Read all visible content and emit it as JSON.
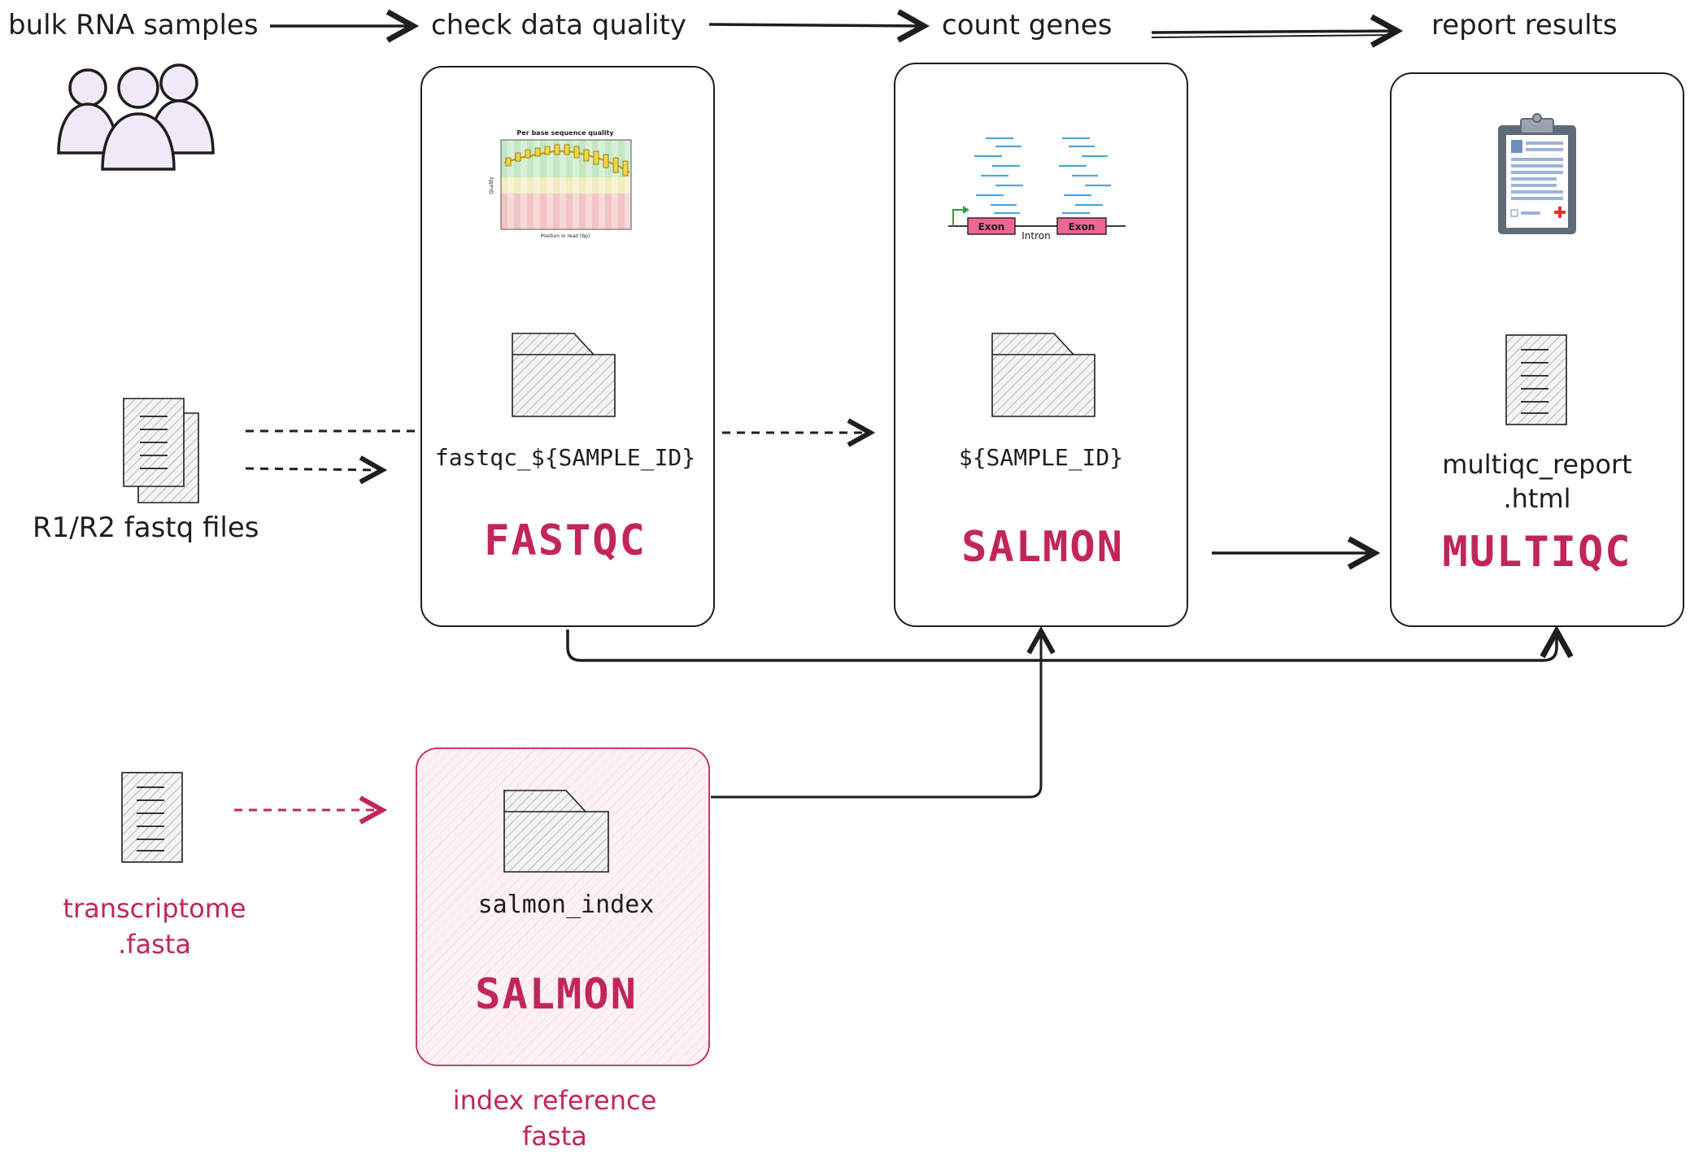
{
  "stages": {
    "bulk": "bulk RNA samples",
    "check": "check data quality",
    "count": "count genes",
    "report": "report results"
  },
  "inputs": {
    "fastq": "R1/R2 fastq files",
    "transcriptome_line1": "transcriptome",
    "transcriptome_line2": ".fasta"
  },
  "processes": {
    "fastqc": {
      "name": "FASTQC",
      "output": "fastqc_${SAMPLE_ID}"
    },
    "salmon_quant": {
      "name": "SALMON",
      "output": "${SAMPLE_ID}"
    },
    "multiqc": {
      "name": "MULTIQC",
      "output_line1": "multiqc_report",
      "output_line2": ".html"
    },
    "salmon_index": {
      "name": "SALMON",
      "output": "salmon_index",
      "caption_line1": "index reference",
      "caption_line2": "fasta"
    }
  },
  "fastqc_plot": {
    "title": "Per base sequence quality",
    "xlabel": "Position in read (bp)",
    "ylabel": "Quality"
  },
  "gene_model": {
    "exon1": "Exon",
    "intron": "Intron",
    "exon2": "Exon"
  },
  "colors": {
    "accent": "#c2255c",
    "people_fill": "#f1e8f8",
    "index_fill": "#fdf0f4",
    "read_blue": "#4aa8dc",
    "exon_pink": "#f06595"
  },
  "icons": [
    "people-icon",
    "fastq-files-icon",
    "transcriptome-file-icon",
    "folder-icon",
    "report-file-icon",
    "clipboard-icon"
  ]
}
